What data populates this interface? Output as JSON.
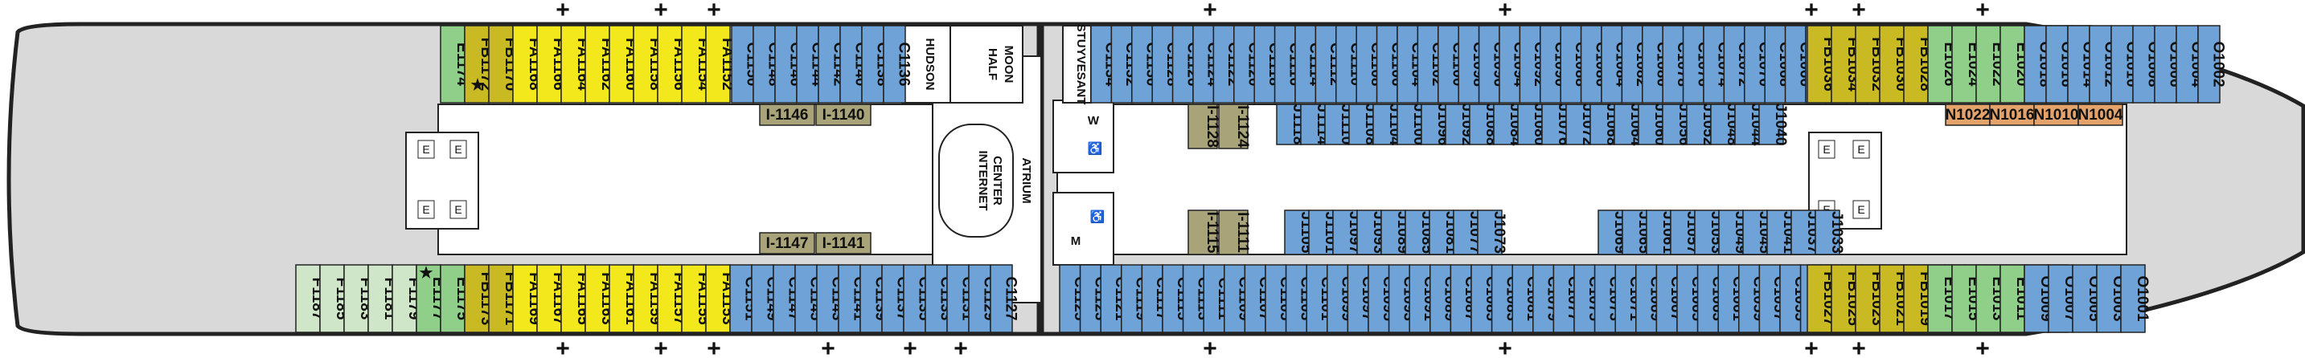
{
  "colors": {
    "hull": "#d9d9da",
    "hull_stroke": "#222222",
    "inner": "#ffffff",
    "cat_J": "#6fa3d8",
    "cat_C": "#6fa3d8",
    "cat_O": "#6fa3d8",
    "cat_FA": "#f3e81c",
    "cat_FB": "#c9b922",
    "cat_I": "#a9a37a",
    "cat_E": "#8fcf8a",
    "cat_F": "#cfe7c8",
    "cat_N": "#e3a36b",
    "accessible": "#6fa3d8"
  },
  "rooms": {
    "hudson": "HUDSON",
    "half_moon_1": "HALF",
    "half_moon_2": "MOON",
    "stuyvesant": "STUYVESANT",
    "internet_1": "INTERNET",
    "internet_2": "CENTER",
    "atrium": "ATRIUM",
    "elevator": "E",
    "restroom_w": "W",
    "restroom_m": "M"
  },
  "accessible_mark": "♿",
  "star_mark": "★",
  "connecting_mark": "+",
  "cabin_groups": [
    {
      "cat": "E",
      "labels": [
        "E1174"
      ]
    },
    {
      "cat": "FB",
      "labels": [
        "FB1172",
        "FB1170"
      ]
    },
    {
      "cat": "FA",
      "labels": [
        "FA1168",
        "FA1166",
        "FA1164",
        "FA1162",
        "FA1160",
        "FA1158",
        "FA1156",
        "FA1154",
        "FA1152"
      ]
    },
    {
      "cat": "C",
      "labels": [
        "C1150",
        "C1148",
        "C1146",
        "C1144",
        "C1142",
        "C1140",
        "C1138",
        "C1136"
      ]
    },
    {
      "cat": "I",
      "labels": [
        "I-1146",
        "I-1140",
        "I-1147",
        "I-1141"
      ]
    },
    {
      "cat": "F",
      "labels": [
        "F1187",
        "F1185",
        "F1183",
        "F1181",
        "F1179"
      ]
    },
    {
      "cat": "E",
      "labels": [
        "E1177",
        "E1175"
      ]
    },
    {
      "cat": "FB",
      "labels": [
        "FB1173",
        "FB1171"
      ]
    },
    {
      "cat": "FA",
      "labels": [
        "FA1169",
        "FA1167",
        "FA1165",
        "FA1163",
        "FA1161",
        "FA1159",
        "FA1157",
        "FA1155",
        "FA1153"
      ]
    },
    {
      "cat": "O",
      "labels": [
        "C1151",
        "C1149",
        "C1147",
        "C1145",
        "C1143",
        "C1141",
        "C1139",
        "C1137",
        "C1135",
        "C1133",
        "C1131",
        "C1129",
        "C1127"
      ]
    },
    {
      "cat": "C",
      "labels": [
        "C1134",
        "C1132",
        "C1130",
        "C1128",
        "C1126",
        "C1124",
        "C1122",
        "C1120",
        "C1118",
        "C1116",
        "C1114",
        "C1112",
        "C1110",
        "C1108",
        "C1106",
        "C1104",
        "C1102",
        "C1100",
        "C1098",
        "C1096",
        "C1094",
        "C1092",
        "C1090",
        "C1088",
        "C1086",
        "C1084",
        "C1082",
        "C1080",
        "C1078",
        "C1076",
        "C1074",
        "C1072",
        "C1070",
        "C1068",
        "C1066",
        "C1064",
        "C1062",
        "C1060",
        "C1058",
        "C1056",
        "C1054",
        "C1052",
        "C1050",
        "C1048",
        "C1046",
        "C1044",
        "C1042",
        "C1040",
        "C1038"
      ]
    },
    {
      "cat": "FB",
      "labels": [
        "FB1036",
        "FB1034",
        "FB1032",
        "FB1030",
        "FB1028"
      ]
    },
    {
      "cat": "E",
      "labels": [
        "E1026",
        "E1024",
        "E1022",
        "E1020"
      ]
    },
    {
      "cat": "O",
      "labels": [
        "O1018",
        "O1016",
        "O1014",
        "O1012",
        "O1010",
        "O1008",
        "O1006",
        "O1004",
        "O1002"
      ]
    },
    {
      "cat": "I",
      "labels": [
        "I-1128",
        "I-1124",
        "I-1115",
        "I-1111"
      ]
    },
    {
      "cat": "J",
      "labels": [
        "J1118",
        "J1114",
        "J1110",
        "J1108",
        "J1104",
        "J1100",
        "J1096",
        "J1092",
        "J1088",
        "J1084",
        "J1080",
        "J1076",
        "J1072",
        "J1068",
        "J1064",
        "J1060",
        "J1056",
        "J1052",
        "J1048",
        "J1044",
        "J1040"
      ]
    },
    {
      "cat": "J",
      "labels": [
        "J1105",
        "J1101",
        "J1097",
        "J1093",
        "J1089",
        "J1085",
        "J1081",
        "J1077",
        "J1073",
        "J1069",
        "J1065",
        "J1061",
        "J1057",
        "J1053",
        "J1049",
        "J1045",
        "J1041",
        "J1037",
        "J1033"
      ]
    },
    {
      "cat": "N",
      "labels": [
        "N1022",
        "N1016",
        "N1010",
        "N1004"
      ]
    },
    {
      "cat": "C",
      "labels": [
        "C1125",
        "C1123",
        "C1121",
        "C1119",
        "C1117",
        "C1115",
        "C1113",
        "C1111",
        "C1109",
        "C1107",
        "C1105",
        "C1103",
        "C1101",
        "C1099",
        "C1097",
        "C1095",
        "C1093",
        "C1091",
        "C1089",
        "C1087",
        "C1085",
        "C1083",
        "C1081",
        "C1079",
        "C1077",
        "C1075",
        "C1073",
        "C1071",
        "C1069",
        "C1067",
        "C1065",
        "C1063",
        "C1061",
        "C1059",
        "C1057",
        "C1055",
        "C1053",
        "C1051",
        "C1049",
        "C1047",
        "C1045",
        "C1043",
        "C1041",
        "C1039",
        "C1037",
        "C1035",
        "C1033",
        "C1031",
        "C1029"
      ]
    },
    {
      "cat": "FB",
      "labels": [
        "FB1027",
        "FB1025",
        "FB1023",
        "FB1021",
        "FB1019"
      ]
    },
    {
      "cat": "E",
      "labels": [
        "E1017",
        "E1015",
        "E1013",
        "E1011"
      ]
    },
    {
      "cat": "O",
      "labels": [
        "O1009",
        "O1007",
        "O1005",
        "O1003",
        "O1001"
      ]
    }
  ]
}
